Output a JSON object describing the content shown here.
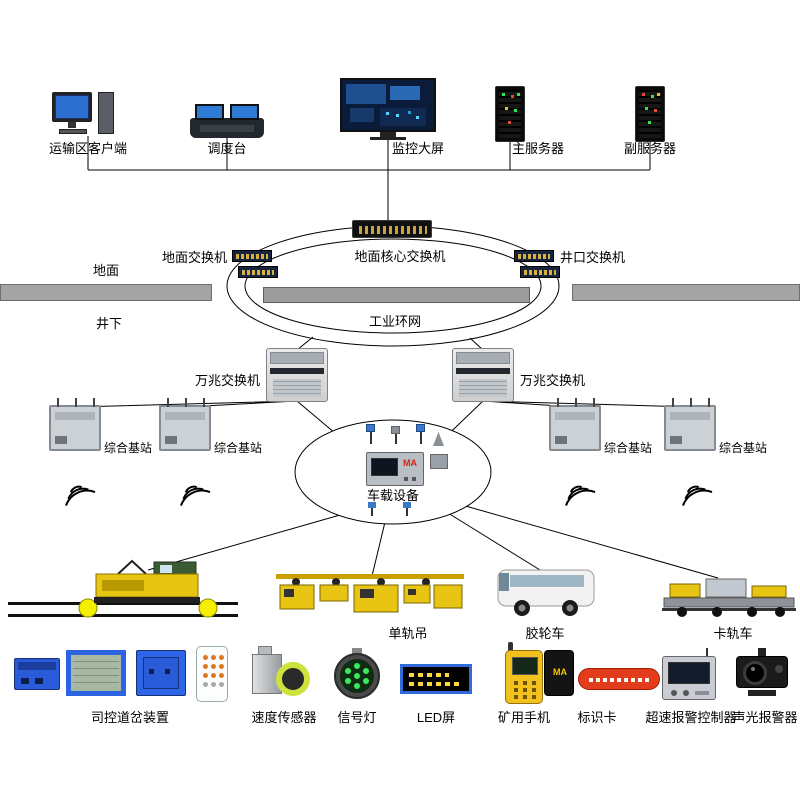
{
  "diagram": {
    "ma_logo": "MA",
    "top_row": [
      {
        "id": "client",
        "label": "运输区客户端"
      },
      {
        "id": "dispatch",
        "label": "调度台"
      },
      {
        "id": "big_screen",
        "label": "监控大屏"
      },
      {
        "id": "main_server",
        "label": "主服务器"
      },
      {
        "id": "backup_server",
        "label": "副服务器"
      }
    ],
    "zones": {
      "surface": "地面",
      "underground": "井下"
    },
    "switches": {
      "ground": "地面交换机",
      "core": "地面核心交换机",
      "shaft": "井口交换机",
      "ten_gig_left": "万兆交换机",
      "ten_gig_right": "万兆交换机"
    },
    "ring_label": "工业环网",
    "base_stations": [
      {
        "label": "综合基站"
      },
      {
        "label": "综合基站"
      },
      {
        "label": "综合基站"
      },
      {
        "label": "综合基站"
      }
    ],
    "onboard": {
      "label": "车载设备"
    },
    "vehicles": {
      "monorail": "单轨吊",
      "rubber_tyred": "胶轮车",
      "rail_clamp": "卡轨车"
    },
    "bottom_row": [
      {
        "label": "司控道岔装置"
      },
      {
        "label": "速度传感器"
      },
      {
        "label": "信号灯"
      },
      {
        "label": "LED屏"
      },
      {
        "label": "矿用手机"
      },
      {
        "label": "标识卡"
      },
      {
        "label": "超速报警控制器"
      },
      {
        "label": "声光报警器"
      }
    ],
    "colors": {
      "line": "#000000",
      "bar_gray": "#a4a4a4",
      "device_yellow": "#e8c512",
      "alert_red": "#e23c1c",
      "control_blue": "#2b63e0"
    }
  }
}
